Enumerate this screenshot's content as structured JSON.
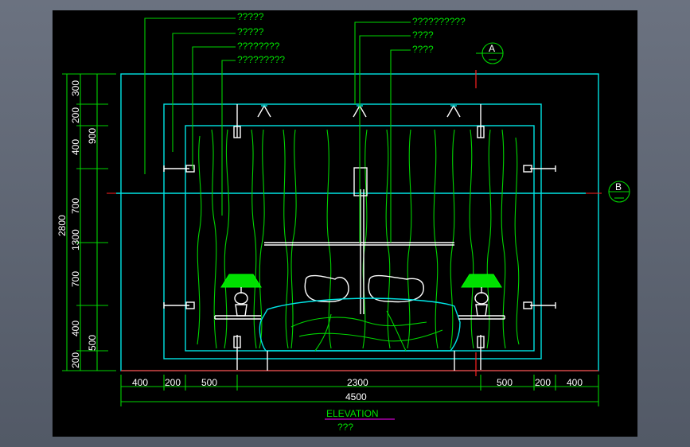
{
  "drawing": {
    "title": "ELEVATION",
    "subtitle": "???",
    "background": "#000000",
    "colors": {
      "cyan": "#00e5e5",
      "green": "#00d400",
      "white": "#ffffff",
      "red": "#ff2020",
      "magenta": "#ff00ff",
      "lamp_shade": "#00ff00"
    }
  },
  "callouts_left": [
    "?????",
    "?????",
    "????????",
    "?????????"
  ],
  "callouts_right": [
    "??????????",
    "????",
    "????"
  ],
  "section_markers": {
    "a": "A",
    "b": "B"
  },
  "dimensions": {
    "bottom_segments": [
      "400",
      "200",
      "500",
      "2300",
      "500",
      "200",
      "400"
    ],
    "bottom_total": "4500",
    "left_outer": [
      "300",
      "200",
      "400",
      "700",
      "700",
      "400",
      "200"
    ],
    "left_mid": [
      "900",
      "1300",
      "500"
    ],
    "left_total": "2800"
  }
}
